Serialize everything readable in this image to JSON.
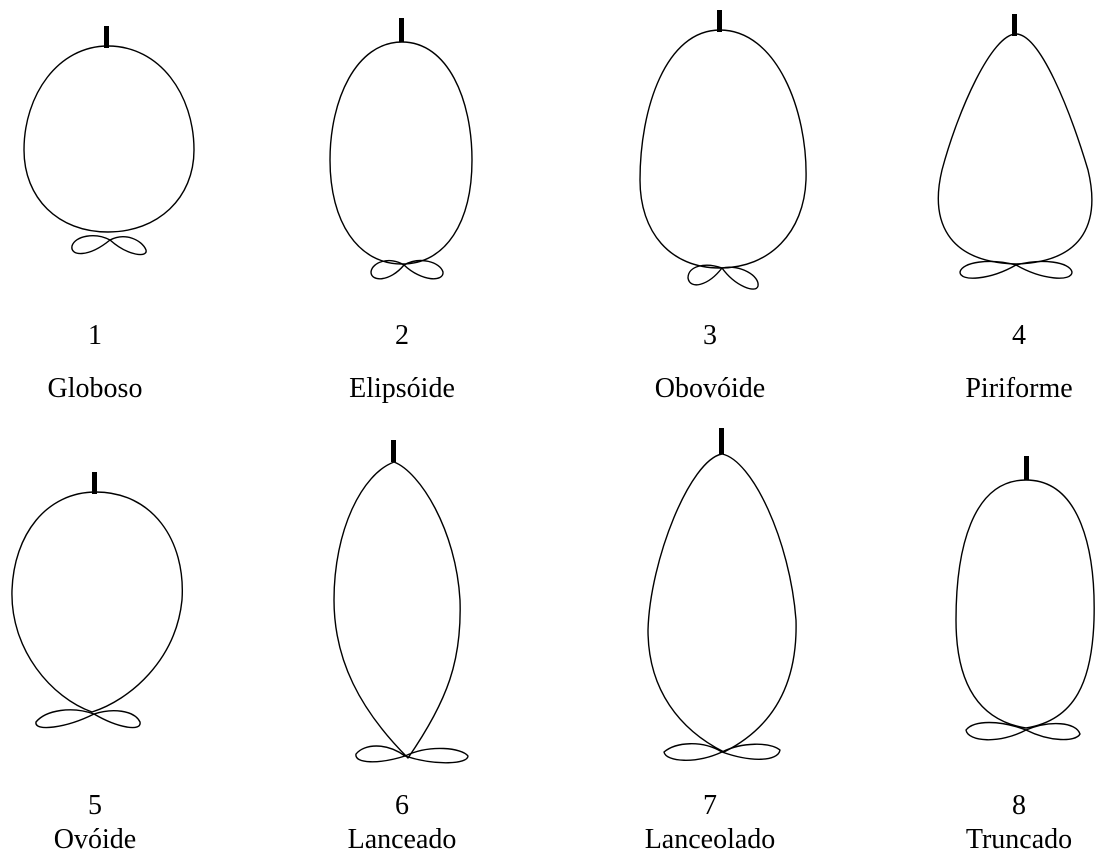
{
  "figure": {
    "items": [
      {
        "number": "1",
        "name": "Globoso"
      },
      {
        "number": "2",
        "name": "Elipsóide"
      },
      {
        "number": "3",
        "name": "Obovóide"
      },
      {
        "number": "4",
        "name": "Piriforme"
      },
      {
        "number": "5",
        "name": "Ovóide"
      },
      {
        "number": "6",
        "name": "Lanceado"
      },
      {
        "number": "7",
        "name": "Lanceolado"
      },
      {
        "number": "8",
        "name": "Truncado"
      }
    ]
  }
}
